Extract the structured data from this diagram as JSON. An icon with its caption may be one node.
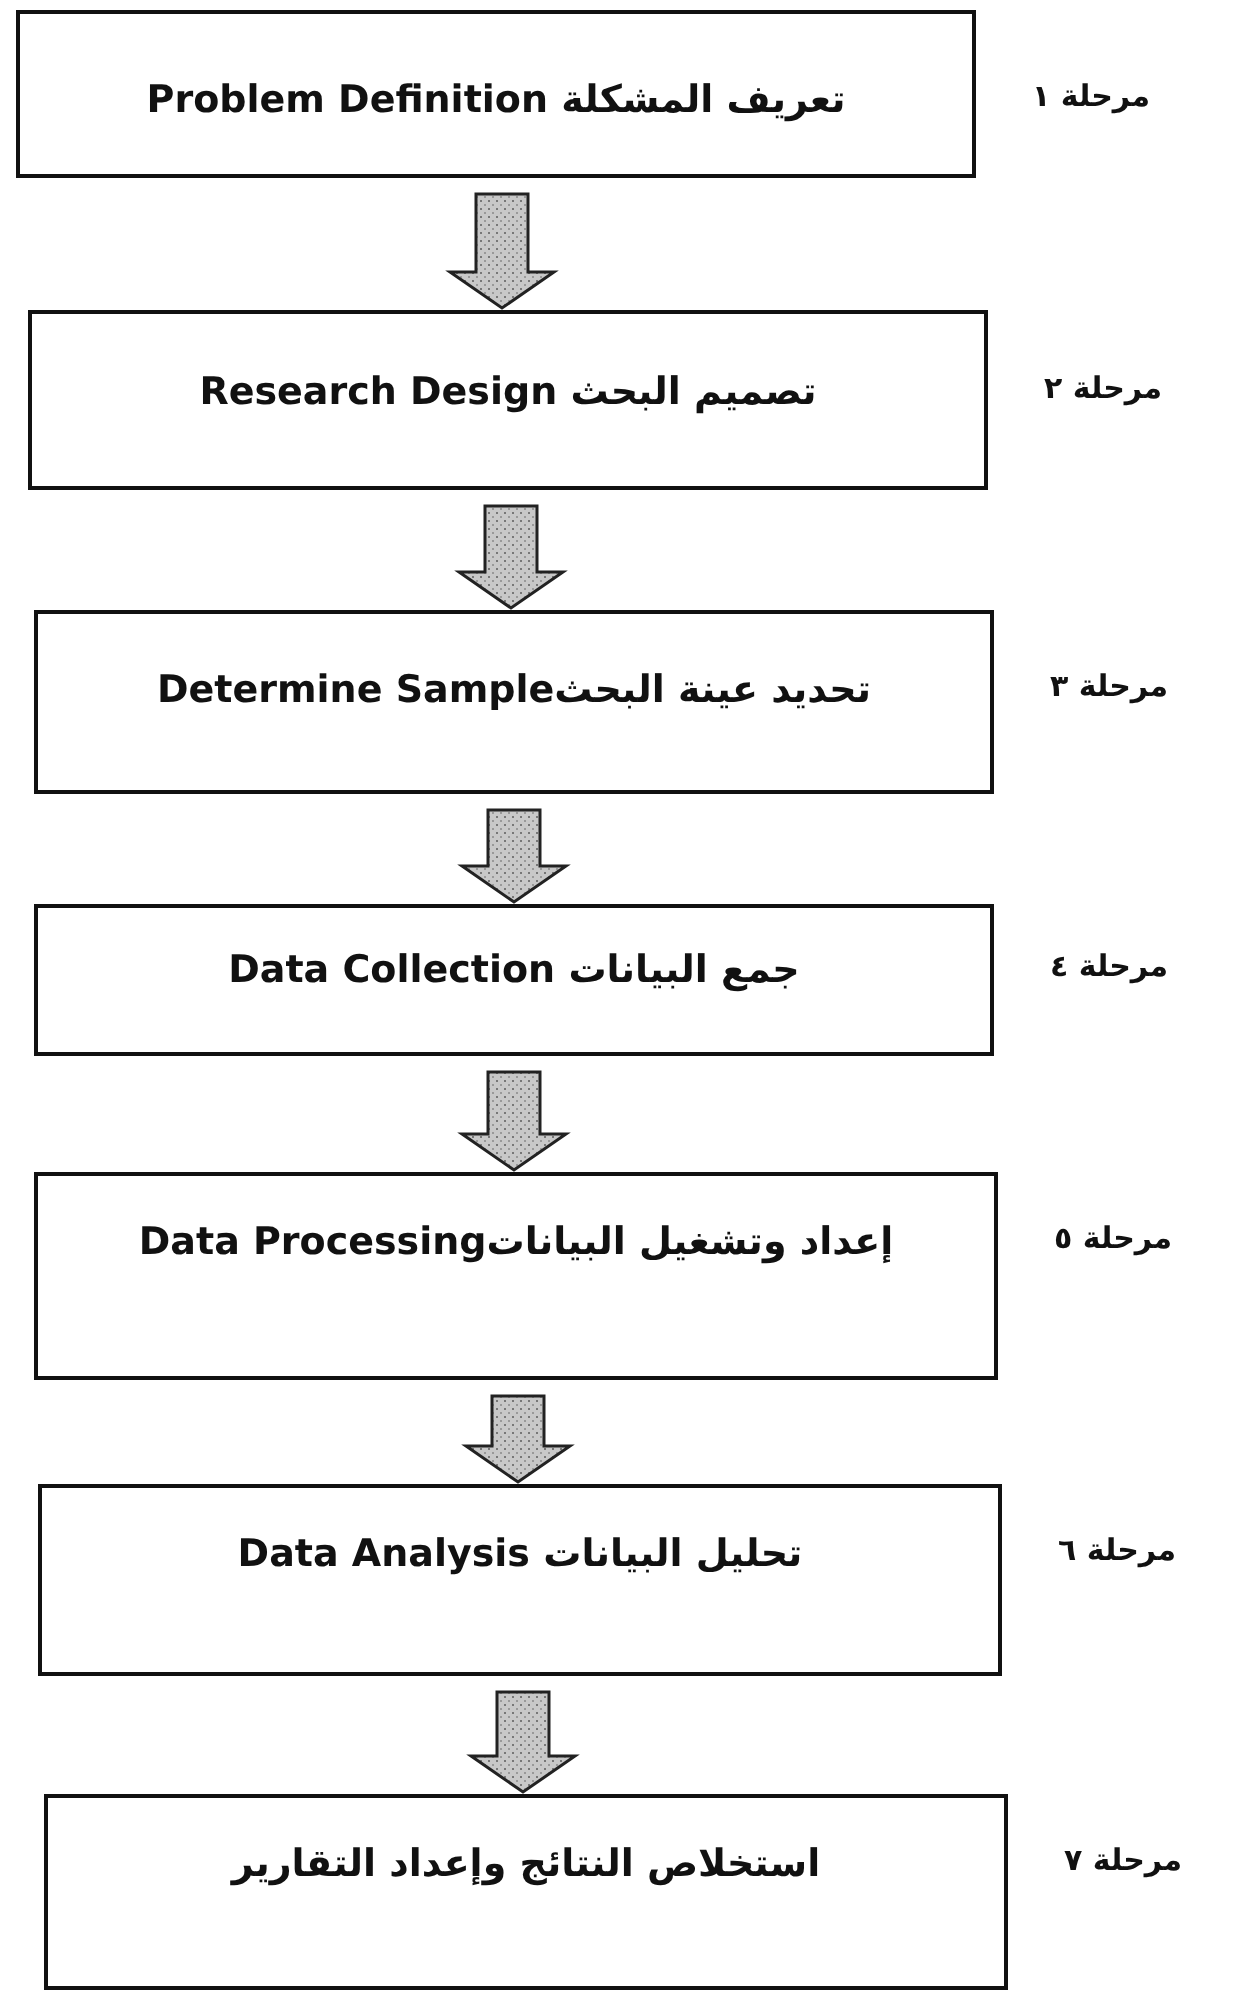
{
  "diagram": {
    "nodes": [
      {
        "text": [
          "تعريف المشكلة Problem Definition"
        ],
        "beside": [
          "مرحلة ١"
        ]
      },
      {
        "text": [
          "تصميم البحث Research Design"
        ],
        "beside": [
          "مرحلة ٢"
        ]
      },
      {
        "text": [
          "تحديد عينة البحثDetermine Sample"
        ],
        "beside": [
          "مرحلة ٣"
        ]
      },
      {
        "text": [
          "جمع البيانات Data Collection"
        ],
        "beside": [
          "مرحلة ٤"
        ]
      },
      {
        "text": [
          "إعداد وتشغيل البياناتData Processing"
        ],
        "beside": [
          "مرحلة ٥"
        ]
      },
      {
        "text": [
          "تحليل البيانات Data Analysis"
        ],
        "beside": [
          "مرحلة ٦"
        ]
      },
      {
        "text": [
          "استخلاص النتائج وإعداد التقارير"
        ],
        "beside": [
          "مرحلة ٧"
        ]
      }
    ],
    "edges": [
      {
        "from": 0,
        "to": 1,
        "arrow": "to"
      },
      {
        "from": 1,
        "to": 2,
        "arrow": "to"
      },
      {
        "from": 2,
        "to": 3,
        "arrow": "to"
      },
      {
        "from": 3,
        "to": 4,
        "arrow": "to"
      },
      {
        "from": 4,
        "to": 5,
        "arrow": "to"
      },
      {
        "from": 5,
        "to": 6,
        "arrow": "to"
      }
    ]
  }
}
